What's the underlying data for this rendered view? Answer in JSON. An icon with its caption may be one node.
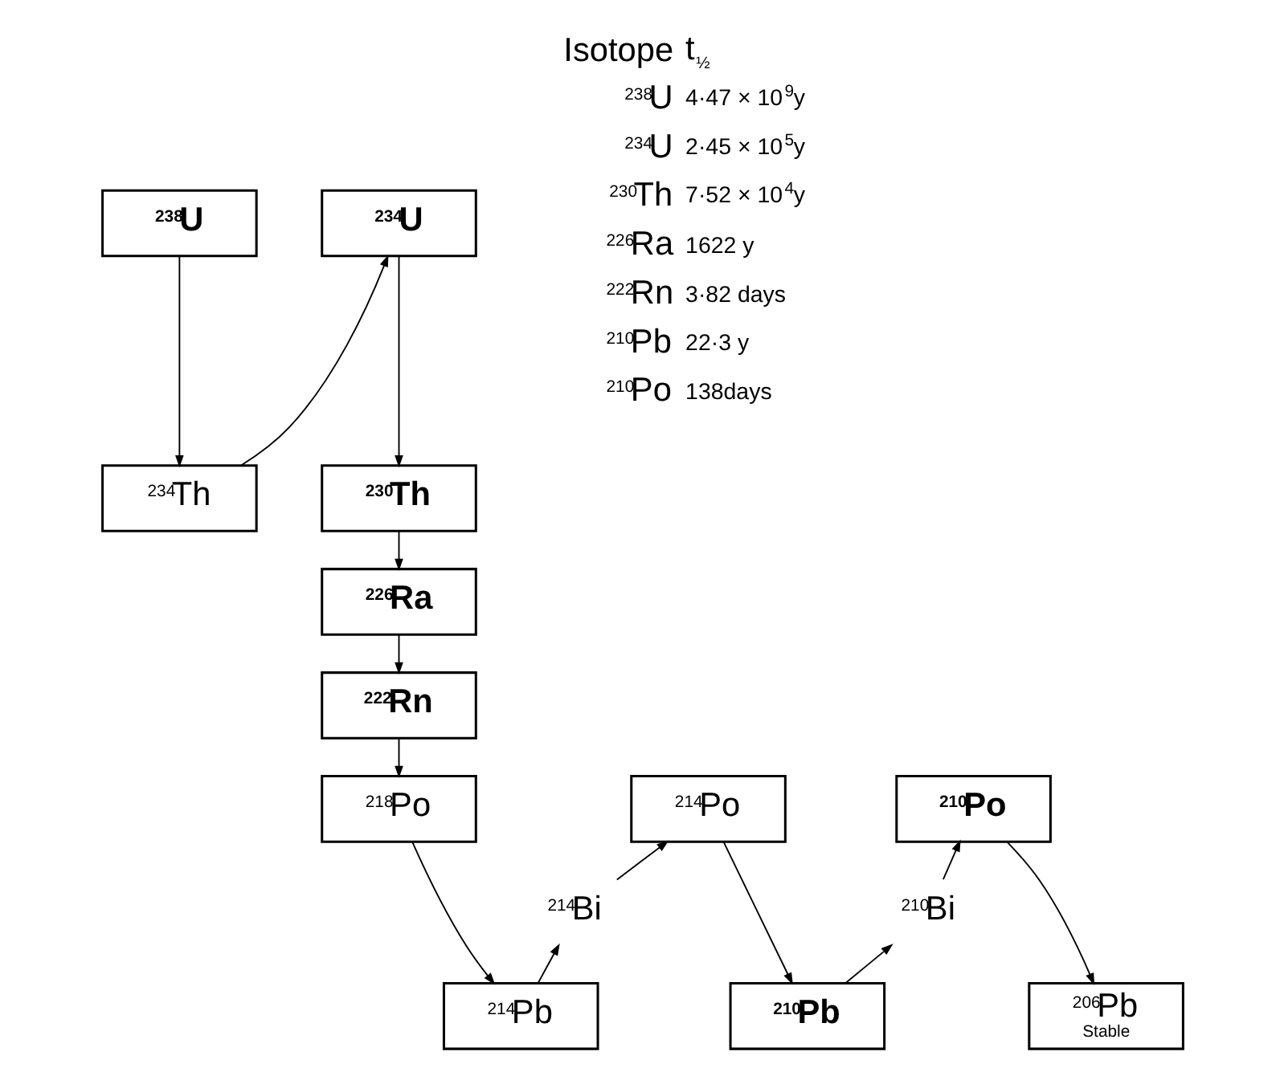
{
  "diagram": {
    "nodes": [
      {
        "text": [
          "$^{238}$U"
        ]
      },
      {
        "text": [
          "$^{234}$U"
        ]
      },
      {
        "text": [
          "$^{234}$Th"
        ]
      },
      {
        "text": [
          "$^{230}$Th"
        ]
      },
      {
        "text": [
          "$^{226}$Ra"
        ]
      },
      {
        "text": [
          "$^{222}$Rn"
        ]
      },
      {
        "text": [
          "$^{218}$Po"
        ]
      },
      {
        "text": [
          "$^{214}$Po"
        ]
      },
      {
        "text": [
          "$^{210}$Po"
        ]
      },
      {
        "text": [
          "$^{214}$Bi"
        ]
      },
      {
        "text": [
          "$^{210}$Bi"
        ]
      },
      {
        "text": [
          "$^{214}$Pb"
        ]
      },
      {
        "text": [
          "$^{210}$Pb"
        ]
      },
      {
        "text": [
          "$^{206}$Pb",
          "Stable"
        ]
      }
    ],
    "edges": [
      {
        "from": 0,
        "to": 2,
        "arrow": "to"
      },
      {
        "from": 2,
        "to": 1,
        "arrow": "to"
      },
      {
        "from": 1,
        "to": 3,
        "arrow": "to"
      },
      {
        "from": 3,
        "to": 4,
        "arrow": "to"
      },
      {
        "from": 4,
        "to": 5,
        "arrow": "to"
      },
      {
        "from": 5,
        "to": 6,
        "arrow": "to"
      },
      {
        "from": 6,
        "to": 11,
        "arrow": "to"
      },
      {
        "from": 11,
        "to": 9,
        "arrow": "to"
      },
      {
        "from": 9,
        "to": 7,
        "arrow": "to"
      },
      {
        "from": 7,
        "to": 12,
        "arrow": "to"
      },
      {
        "from": 12,
        "to": 10,
        "arrow": "to"
      },
      {
        "from": 10,
        "to": 8,
        "arrow": "to"
      },
      {
        "from": 8,
        "to": 13,
        "arrow": "to"
      }
    ],
    "labels": [
      "Isotope",
      "t$_{½}$",
      "$^{238}$U",
      "4·47 × 10$^{9}$y",
      "$^{234}$U",
      "2·45 × 10$^{5}$y",
      "$^{230}$Th",
      "7·52 × 10$^{4}$y",
      "$^{226}$Ra",
      "1622 y",
      "$^{222}$Rn",
      "3·82 days",
      "$^{210}$Pb",
      "22·3 y",
      "$^{210}$Po",
      "138days"
    ]
  }
}
